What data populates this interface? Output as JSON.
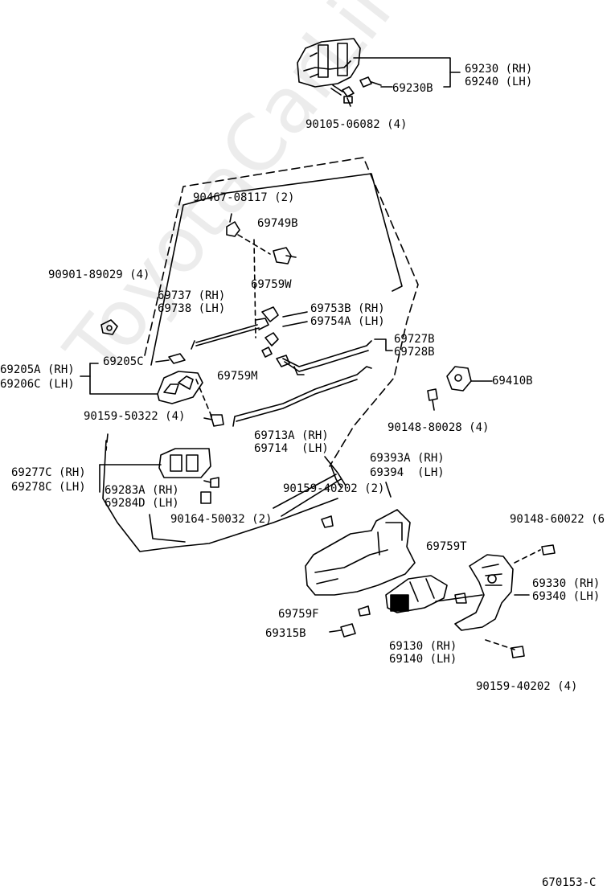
{
  "watermark": "ToyotaCarLine.ru",
  "figure_id": "670153-C",
  "labels": {
    "p69230": "69230 (RH)",
    "p69240": "69240 (LH)",
    "p69230b": "69230B",
    "p90105": "90105-06082 (4)",
    "p90467": "90467-08117 (2)",
    "p69749b": "69749B",
    "p90901": "90901-89029 (4)",
    "p69759w": "69759W",
    "p69737": "69737 (RH)",
    "p69738": "69738 (LH)",
    "p69753b": "69753B (RH)",
    "p69754a": "69754A (LH)",
    "p69727b": "69727B",
    "p69728b": "69728B",
    "p69205a": "69205A (RH)",
    "p69206c": "69206C (LH)",
    "p69205c": "69205C",
    "p69759m": "69759M",
    "p69410b": "69410B",
    "p90159a": "90159-50322 (4)",
    "p90148a": "90148-80028 (4)",
    "p69713a": "69713A (RH)",
    "p69714": "69714  (LH)",
    "p69393a": "69393A (RH)",
    "p69394": "69394  (LH)",
    "p69277c": "69277C (RH)",
    "p69278c": "69278C (LH)",
    "p90159b": "90159-40202 (2)",
    "p69283a": "69283A (RH)",
    "p69284d": "69284D (LH)",
    "p90164": "90164-50032 (2)",
    "p90148b": "90148-60022 (6",
    "p69759t": "69759T",
    "p69330": "69330 (RH)",
    "p69340": "69340 (LH)",
    "p69759f": "69759F",
    "p69315b": "69315B",
    "p69130": "69130 (RH)",
    "p69140": "69140 (LH)",
    "p90159c": "90159-40202 (4)"
  }
}
